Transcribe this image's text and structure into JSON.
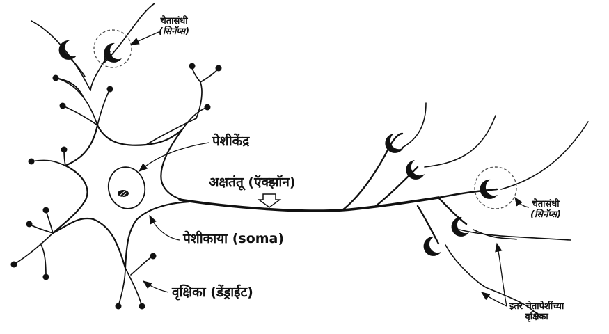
{
  "labels": {
    "synapse_top": "चेतासंधी",
    "synapse_top_alt": "(सिनॅप्स)",
    "nucleus": "पेशीकेंद्र",
    "axon": "अक्षतंतू (ऍक्झॉन)",
    "soma": "पेशीकाया (soma)",
    "dendrite": "वृक्षिका (डेंड्राईट)",
    "synapse_right": "चेतासंधी",
    "synapse_right_alt": "(सिनॅप्स)",
    "other_dendrites_line1": "इतर  चेतापेशींच्या",
    "other_dendrites_line2": "वृक्षिका"
  },
  "colors": {
    "ink": "#111111",
    "dash": "#555555",
    "background": "#ffffff"
  },
  "icons": {
    "pointer": "hollow-down-arrow-icon"
  }
}
